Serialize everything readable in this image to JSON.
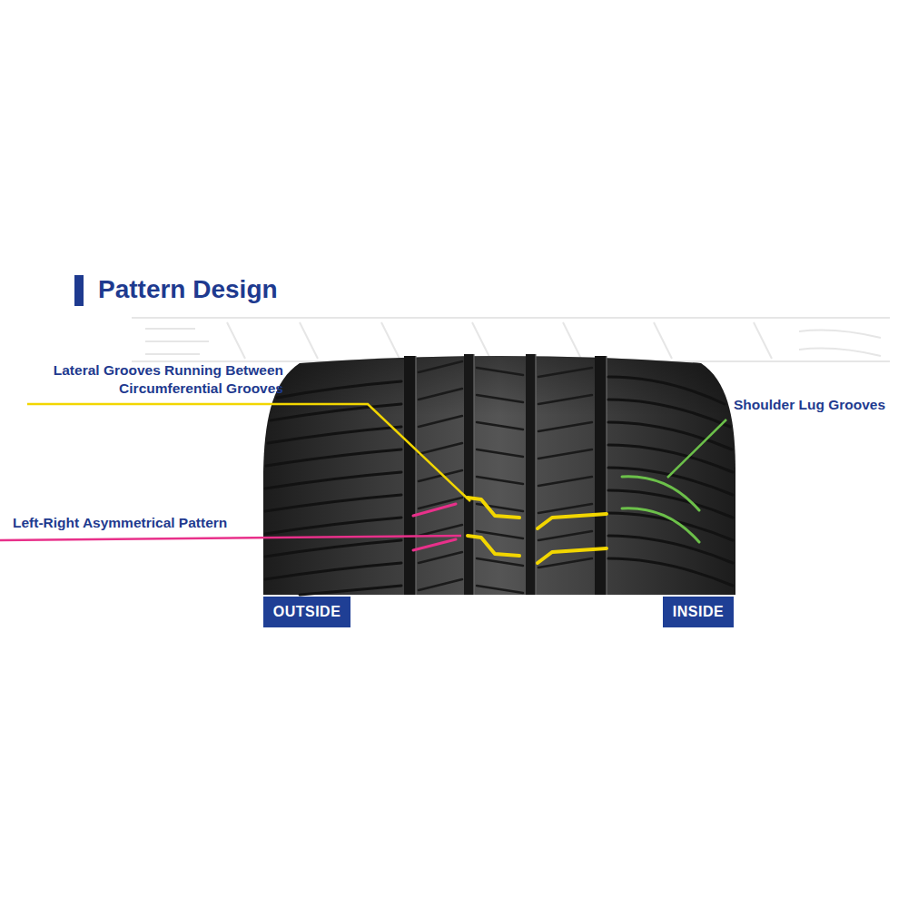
{
  "diagram": {
    "title": "Pattern Design",
    "nodes": [
      {
        "text": [
          "OUTSIDE"
        ]
      },
      {
        "text": [
          "INSIDE"
        ]
      }
    ],
    "labels": [
      "Lateral Grooves Running Between Circumferential Grooves",
      "Left-Right Asymmetrical Pattern",
      "Shoulder Lug Grooves"
    ]
  }
}
